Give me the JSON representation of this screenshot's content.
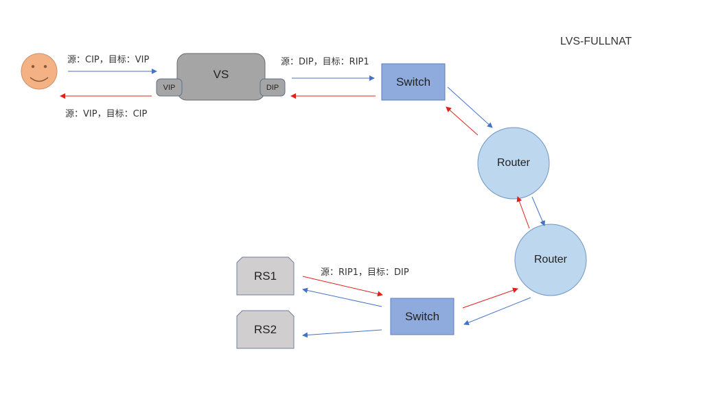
{
  "diagram": {
    "title": "LVS-FULLNAT",
    "nodes": {
      "vs": "VS",
      "vip": "VIP",
      "dip": "DIP",
      "switch_top": "Switch",
      "router_top": "Router",
      "router_bottom": "Router",
      "switch_bottom": "Switch",
      "rs1": "RS1",
      "rs2": "RS2"
    },
    "labels": {
      "client_to_vs": "源：CIP，目标：VIP",
      "vs_to_client": "源：VIP，目标：CIP",
      "vs_to_switch": "源：DIP，目标：RIP1",
      "rs1_to_switch": "源：RIP1，目标：DIP"
    },
    "icons": {
      "client": "smiley-face-icon"
    },
    "colors": {
      "request_arrow": "#4472c4",
      "response_arrow": "#e0201b",
      "vs_fill": "#a5a5a5",
      "switch_fill": "#8faadc",
      "router_fill": "#bdd7ee",
      "rs_fill": "#d0cece",
      "face_fill": "#f4b183"
    }
  }
}
